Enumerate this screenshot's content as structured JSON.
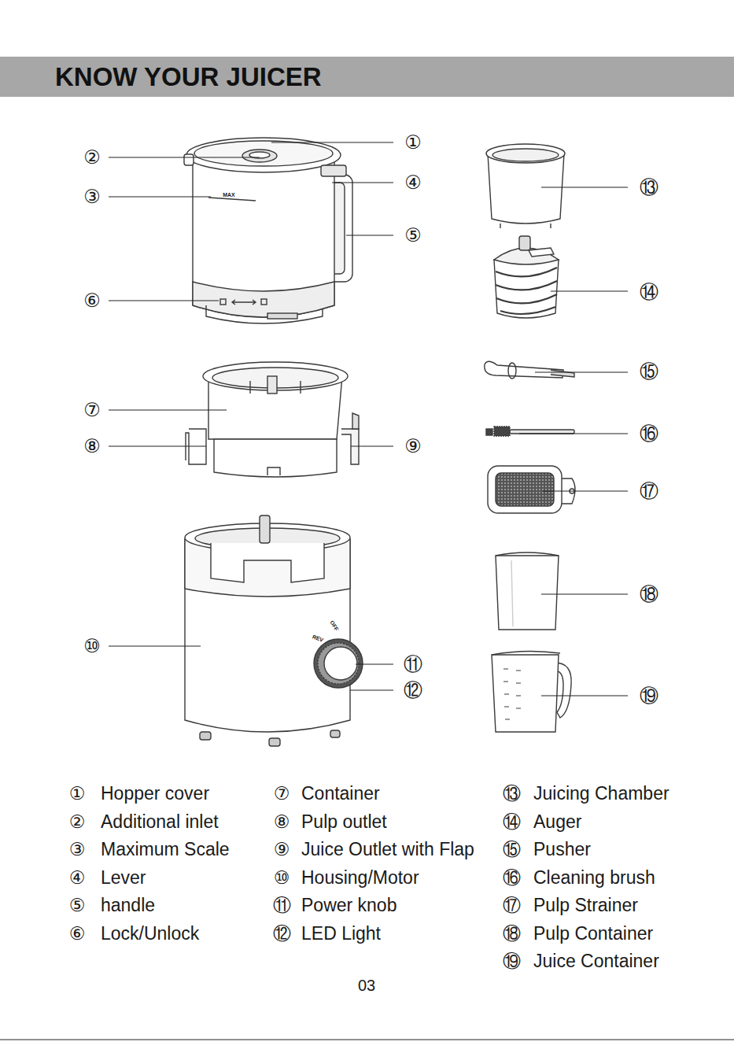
{
  "diagram": {
    "title": "KNOW YOUR JUICER",
    "labels": [
      "①",
      "②",
      "③",
      "④",
      "⑤",
      "⑥",
      "⑦",
      "⑧",
      "⑨",
      "⑩",
      "⑪",
      "⑫",
      "⑬",
      "⑭",
      "⑮",
      "⑯",
      "⑰",
      "⑱",
      "⑲",
      "MAX",
      "OFF",
      "REV",
      "①",
      "Hopper cover",
      "②",
      "Additional inlet",
      "③",
      "Maximum Scale",
      "④",
      "Lever",
      "⑤",
      "handle",
      "⑥",
      "Lock/Unlock",
      "⑦",
      "Container",
      "⑧",
      "Pulp outlet",
      "⑨",
      "Juice Outlet with Flap",
      "⑩",
      "Housing/Motor",
      "⑪",
      "Power knob",
      "⑫",
      "LED Light",
      "⑬",
      "Juicing Chamber",
      "⑭",
      "Auger",
      "⑮",
      "Pusher",
      "⑯",
      "Cleaning brush",
      "⑰",
      "Pulp Strainer",
      "⑱",
      "Pulp Container",
      "⑲",
      "Juice Container",
      "03"
    ]
  }
}
